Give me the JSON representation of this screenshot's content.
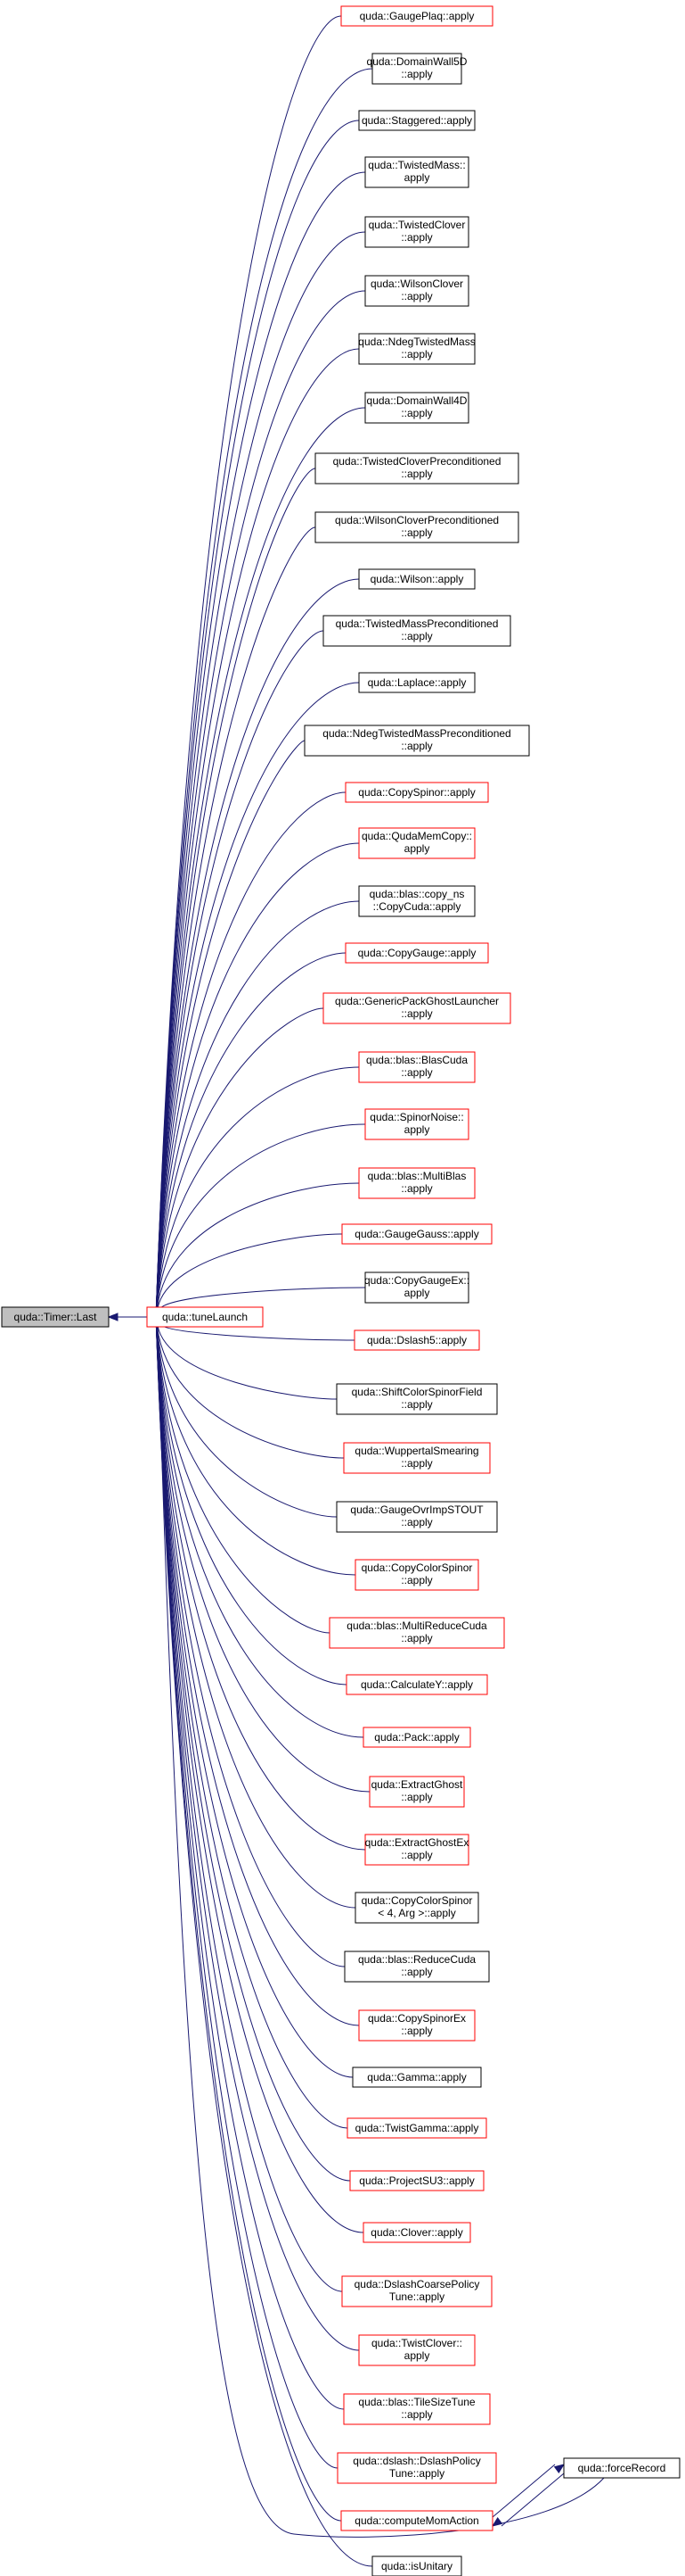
{
  "colors": {
    "edge": "#191970",
    "link_border": "#ff0000",
    "plain_border": "#000000",
    "root_fill": "#bfbfbf"
  },
  "root": {
    "lines": [
      "quda::Timer::Last"
    ]
  },
  "hub": {
    "lines": [
      "quda::tuneLaunch"
    ]
  },
  "callers": [
    {
      "lines": [
        "quda::GaugePlaq::apply"
      ],
      "link": true
    },
    {
      "lines": [
        "quda::DomainWall5D",
        "::apply"
      ],
      "link": false
    },
    {
      "lines": [
        "quda::Staggered::apply"
      ],
      "link": false
    },
    {
      "lines": [
        "quda::TwistedMass::",
        "apply"
      ],
      "link": false
    },
    {
      "lines": [
        "quda::TwistedClover",
        "::apply"
      ],
      "link": false
    },
    {
      "lines": [
        "quda::WilsonClover",
        "::apply"
      ],
      "link": false
    },
    {
      "lines": [
        "quda::NdegTwistedMass",
        "::apply"
      ],
      "link": false
    },
    {
      "lines": [
        "quda::DomainWall4D",
        "::apply"
      ],
      "link": false
    },
    {
      "lines": [
        "quda::TwistedCloverPreconditioned",
        "::apply"
      ],
      "link": false
    },
    {
      "lines": [
        "quda::WilsonCloverPreconditioned",
        "::apply"
      ],
      "link": false
    },
    {
      "lines": [
        "quda::Wilson::apply"
      ],
      "link": false
    },
    {
      "lines": [
        "quda::TwistedMassPreconditioned",
        "::apply"
      ],
      "link": false
    },
    {
      "lines": [
        "quda::Laplace::apply"
      ],
      "link": false
    },
    {
      "lines": [
        "quda::NdegTwistedMassPreconditioned",
        "::apply"
      ],
      "link": false
    },
    {
      "lines": [
        "quda::CopySpinor::apply"
      ],
      "link": true
    },
    {
      "lines": [
        "quda::QudaMemCopy::",
        "apply"
      ],
      "link": true
    },
    {
      "lines": [
        "quda::blas::copy_ns",
        "::CopyCuda::apply"
      ],
      "link": false
    },
    {
      "lines": [
        "quda::CopyGauge::apply"
      ],
      "link": true
    },
    {
      "lines": [
        "quda::GenericPackGhostLauncher",
        "::apply"
      ],
      "link": true
    },
    {
      "lines": [
        "quda::blas::BlasCuda",
        "::apply"
      ],
      "link": true
    },
    {
      "lines": [
        "quda::SpinorNoise::",
        "apply"
      ],
      "link": true
    },
    {
      "lines": [
        "quda::blas::MultiBlas",
        "::apply"
      ],
      "link": true
    },
    {
      "lines": [
        "quda::GaugeGauss::apply"
      ],
      "link": true
    },
    {
      "lines": [
        "quda::CopyGaugeEx::",
        "apply"
      ],
      "link": false
    },
    {
      "lines": [
        "quda::Dslash5::apply"
      ],
      "link": true
    },
    {
      "lines": [
        "quda::ShiftColorSpinorField",
        "::apply"
      ],
      "link": false
    },
    {
      "lines": [
        "quda::WuppertalSmearing",
        "::apply"
      ],
      "link": true
    },
    {
      "lines": [
        "quda::GaugeOvrImpSTOUT",
        "::apply"
      ],
      "link": false
    },
    {
      "lines": [
        "quda::CopyColorSpinor",
        "::apply"
      ],
      "link": true
    },
    {
      "lines": [
        "quda::blas::MultiReduceCuda",
        "::apply"
      ],
      "link": true
    },
    {
      "lines": [
        "quda::CalculateY::apply"
      ],
      "link": true
    },
    {
      "lines": [
        "quda::Pack::apply"
      ],
      "link": true
    },
    {
      "lines": [
        "quda::ExtractGhost",
        "::apply"
      ],
      "link": true
    },
    {
      "lines": [
        "quda::ExtractGhostEx",
        "::apply"
      ],
      "link": true
    },
    {
      "lines": [
        "quda::CopyColorSpinor",
        "< 4, Arg >::apply"
      ],
      "link": false
    },
    {
      "lines": [
        "quda::blas::ReduceCuda",
        "::apply"
      ],
      "link": false
    },
    {
      "lines": [
        "quda::CopySpinorEx",
        "::apply"
      ],
      "link": true
    },
    {
      "lines": [
        "quda::Gamma::apply"
      ],
      "link": false
    },
    {
      "lines": [
        "quda::TwistGamma::apply"
      ],
      "link": true
    },
    {
      "lines": [
        "quda::ProjectSU3::apply"
      ],
      "link": true
    },
    {
      "lines": [
        "quda::Clover::apply"
      ],
      "link": true
    },
    {
      "lines": [
        "quda::DslashCoarsePolicy",
        "Tune::apply"
      ],
      "link": true
    },
    {
      "lines": [
        "quda::TwistClover::",
        "apply"
      ],
      "link": true
    },
    {
      "lines": [
        "quda::blas::TileSizeTune",
        "::apply"
      ],
      "link": true
    },
    {
      "lines": [
        "quda::dslash::DslashPolicy",
        "Tune::apply"
      ],
      "link": true
    },
    {
      "lines": [
        "quda::computeMomAction"
      ],
      "link": true
    },
    {
      "lines": [
        "quda::isUnitary"
      ],
      "link": false
    }
  ],
  "force_record": {
    "lines": [
      "quda::forceRecord"
    ]
  }
}
